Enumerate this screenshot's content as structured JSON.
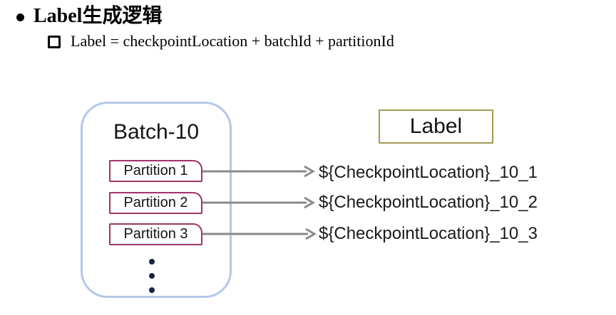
{
  "slide": {
    "title": "Label生成逻辑",
    "subtitle": "Label = checkpointLocation + batchId + partitionId"
  },
  "diagram": {
    "batch": {
      "title": "Batch-10",
      "partitions": [
        {
          "label": "Partition 1"
        },
        {
          "label": "Partition 2"
        },
        {
          "label": "Partition 3"
        }
      ]
    },
    "label_box": {
      "text": "Label"
    },
    "mappings": [
      {
        "text": "${CheckpointLocation}_10_1"
      },
      {
        "text": "${CheckpointLocation}_10_2"
      },
      {
        "text": "${CheckpointLocation}_10_3"
      }
    ],
    "colors": {
      "batch_border": "#b4c7e7",
      "partition_border": "#9e3566",
      "label_border": "#a39b55",
      "arrow": "#8a8a8a",
      "dot": "#17253f",
      "text": "#141414"
    }
  }
}
